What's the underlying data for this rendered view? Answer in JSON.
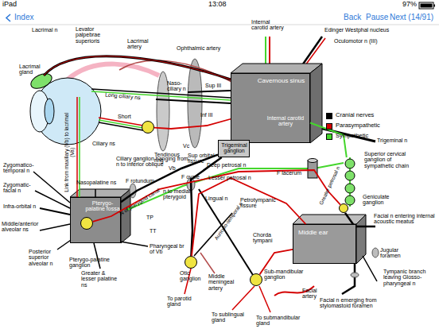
{
  "diagram": {
    "nodes": [
      {
        "text": [
          "Cavernous sinus",
          "Internal carotid artery"
        ]
      },
      {
        "text": [
          "Ciliary ganglion hanging from n to inferior oblique"
        ]
      },
      {
        "text": [
          "Trigeminal ganglion"
        ]
      },
      {
        "text": [
          "Pterygo-palatine fossa"
        ]
      },
      {
        "text": [
          "Pterygo-palatine ganglion"
        ],
        "in": 3
      },
      {
        "text": [
          "Otic ganglion"
        ]
      },
      {
        "text": [
          "Sub-mandibular ganglion"
        ]
      },
      {
        "text": [
          "Middle ear"
        ]
      },
      {
        "text": [
          "Geniculate ganglion"
        ]
      },
      {
        "text": [
          "Superior cervical ganglion of sympathetic chain"
        ]
      }
    ],
    "edges": [
      {
        "from": 2,
        "to": 3,
        "arrow": "none"
      },
      {
        "from": 2,
        "to": 5,
        "arrow": "none"
      },
      {
        "from": 8,
        "to": 4,
        "arrow": "none"
      },
      {
        "from": 7,
        "to": 5,
        "arrow": "none"
      },
      {
        "from": 7,
        "to": 6,
        "arrow": "none"
      },
      {
        "from": 0,
        "to": 1,
        "arrow": "none"
      },
      {
        "from": 9,
        "to": 0,
        "arrow": "none"
      }
    ],
    "labels": [
      "iPad",
      "13:08",
      "97%",
      "Index",
      "Back",
      "Pause",
      "Next (14/91)",
      "Lacrimal n",
      "Levator palpebrae superioris",
      "Lacrimal gland",
      "Lacrimal artery",
      "Ophthalmic artery",
      "Internal carotid artery",
      "Edinger Westphal nucleus",
      "Oculomotor n (III)",
      "Long ciliary ns",
      "Naso-ciliary n",
      "Sup III",
      "Inf III",
      "Short",
      "Ciliary ns",
      "Tendinous ring",
      "Sup orbital fissure",
      "Vc",
      "Vb",
      "Trigeminal n",
      "F lacerum",
      "Link from maxillary (Vb) to lacrimal (Va)",
      "Zygomatico-temporal n",
      "Zygomatic-facial n",
      "Infra-orbital n",
      "Middle/anterior alveolar ns",
      "Posterior superior alveolar n",
      "Nasopalatine ns",
      "F rotundum",
      "N of pterygoid canal",
      "n to medial pterygoid",
      "TP",
      "TT",
      "Greater & lesser palatine ns",
      "Pharyngeal br of Vb",
      "F ovale",
      "Deep petrosal n",
      "Lesser petrosal n",
      "Greater petrosal n",
      "Lingual n",
      "Auriculo-temporal n",
      "Petrotympanic fissure",
      "Chorda tympani",
      "Middle meningeal artery",
      "To parotid gland",
      "To sublingual gland",
      "To submandibular gland",
      "Facial artery",
      "Facial n entering internal acoustic meatus",
      "Jugular foramen",
      "Tympanic branch leaving Glosso-pharyngeal n",
      "Facial n emerging from stylomastoid foramen"
    ],
    "legend": [
      {
        "text": "Cranial nerves",
        "color": "#000000"
      },
      {
        "text": "Parasympathetic",
        "color": "#d40000"
      },
      {
        "text": "Sympathetic",
        "color": "#44d62c"
      }
    ]
  }
}
